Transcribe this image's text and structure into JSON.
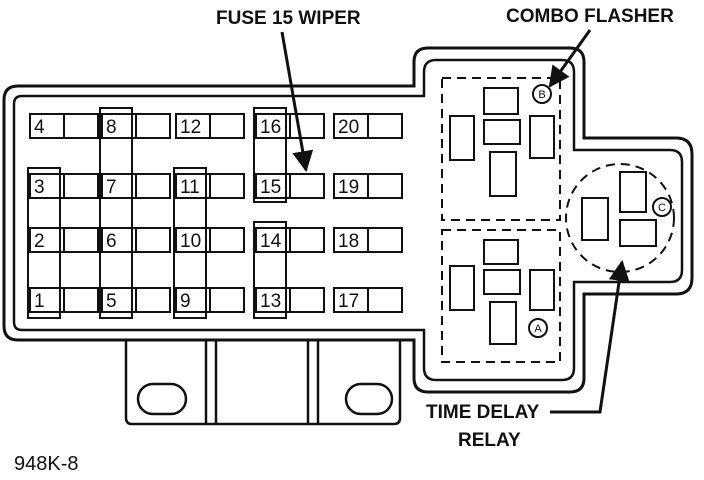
{
  "labels": {
    "fuse15": "FUSE 15 WIPER",
    "combo": "COMBO FLASHER",
    "time_delay_line1": "TIME DELAY",
    "time_delay_line2": "RELAY",
    "figure_id": "948K-8"
  },
  "fuses": [
    [
      "4",
      "8",
      "12",
      "16",
      "20"
    ],
    [
      "3",
      "7",
      "11",
      "15",
      "19"
    ],
    [
      "2",
      "6",
      "10",
      "14",
      "18"
    ],
    [
      "1",
      "5",
      "9",
      "13",
      "17"
    ]
  ],
  "relay_markers": {
    "a": "A",
    "b": "B",
    "c": "C"
  },
  "colors": {
    "ink": "#111111",
    "paper": "#ffffff"
  }
}
